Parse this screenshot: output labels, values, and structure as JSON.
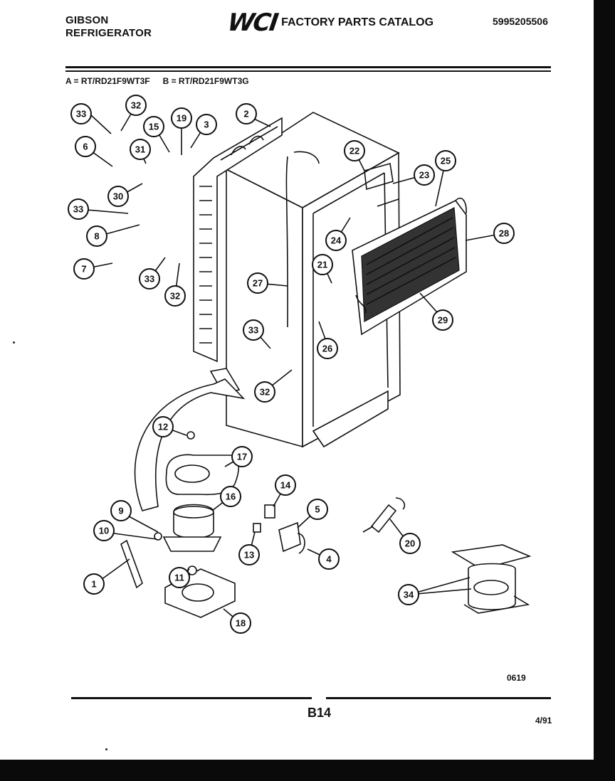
{
  "header": {
    "brand_line1": "GIBSON",
    "brand_line2": "REFRIGERATOR",
    "logo": "WCI",
    "catalog_title": "FACTORY PARTS CATALOG",
    "catalog_number": "5995205506"
  },
  "models": {
    "a": "A = RT/RD21F9WT3F",
    "b": "B = RT/RD21F9WT3G"
  },
  "callouts": [
    "1",
    "2",
    "3",
    "4",
    "5",
    "6",
    "7",
    "8",
    "9",
    "10",
    "11",
    "12",
    "13",
    "14",
    "15",
    "16",
    "17",
    "18",
    "19",
    "20",
    "21",
    "22",
    "23",
    "24",
    "25",
    "26",
    "27",
    "28",
    "29",
    "30",
    "31",
    "32",
    "32",
    "32",
    "33",
    "33",
    "33",
    "33",
    "34"
  ],
  "footer": {
    "drawing_code": "0619",
    "page": "B14",
    "date": "4/91"
  }
}
